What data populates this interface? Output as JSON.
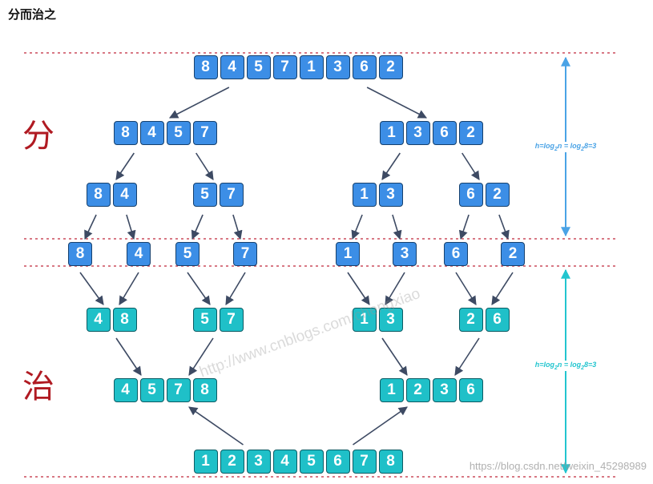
{
  "page": {
    "title": "分而治之"
  },
  "labels": {
    "divide": "分",
    "conquer": "治"
  },
  "height_note": {
    "h": "h=log",
    "base": "2",
    "n": "n = log",
    "base2": "2",
    "tail": "8=3"
  },
  "watermark": "http://www.cnblogs.com/chengxiao",
  "footer_mark": "https://blog.csdn.net/weixin_45298989",
  "colors": {
    "divide_cell": "#3c8ee6",
    "conquer_cell": "#1fc0c8",
    "guide_line": "#c0283a",
    "arrow": "#3d4a63",
    "divide_height_arrow": "#4aa3e6",
    "conquer_height_arrow": "#22c5cf"
  },
  "divide": {
    "rows": [
      [
        [
          8,
          4,
          5,
          7,
          1,
          3,
          6,
          2
        ]
      ],
      [
        [
          8,
          4,
          5,
          7
        ],
        [
          1,
          3,
          6,
          2
        ]
      ],
      [
        [
          8,
          4
        ],
        [
          5,
          7
        ],
        [
          1,
          3
        ],
        [
          6,
          2
        ]
      ],
      [
        [
          8
        ],
        [
          4
        ],
        [
          5
        ],
        [
          7
        ],
        [
          1
        ],
        [
          3
        ],
        [
          6
        ],
        [
          2
        ]
      ]
    ]
  },
  "conquer": {
    "rows": [
      [
        [
          4,
          8
        ],
        [
          5,
          7
        ],
        [
          1,
          3
        ],
        [
          2,
          6
        ]
      ],
      [
        [
          4,
          5,
          7,
          8
        ],
        [
          1,
          2,
          3,
          6
        ]
      ],
      [
        [
          1,
          2,
          3,
          4,
          5,
          6,
          7,
          8
        ]
      ]
    ]
  }
}
